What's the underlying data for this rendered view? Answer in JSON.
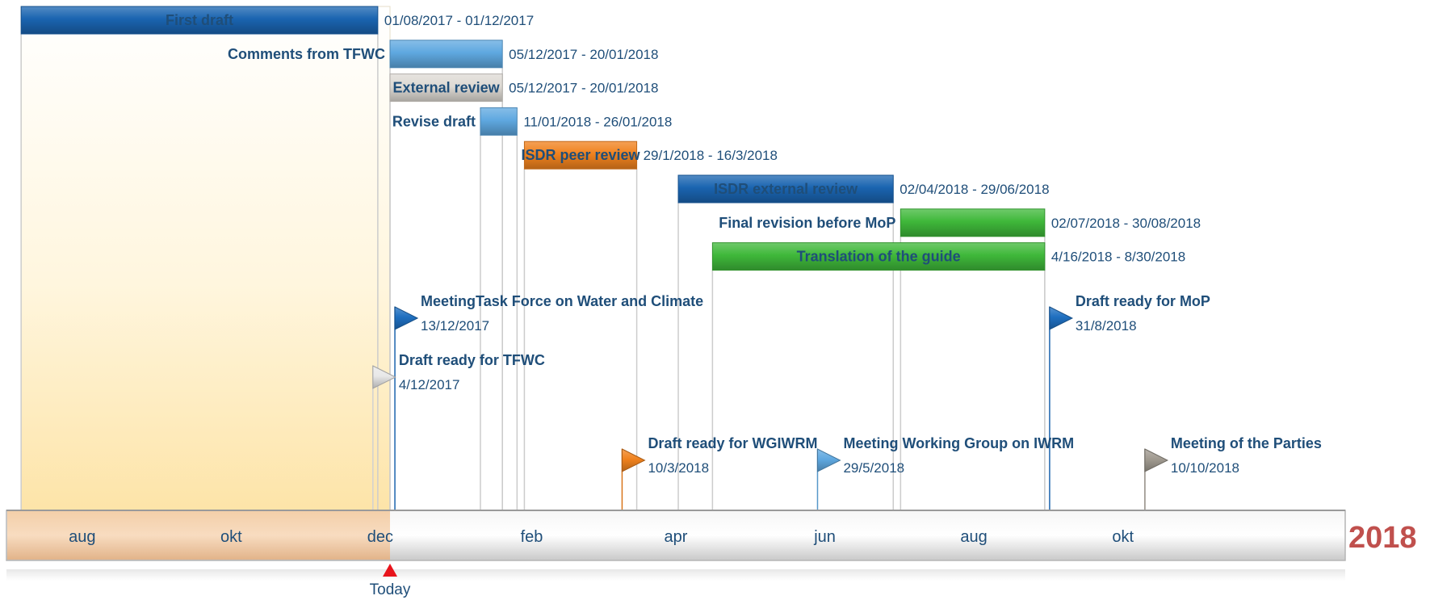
{
  "chart_data": {
    "type": "gantt",
    "year_label": "2018",
    "today": {
      "label": "Today",
      "date": "2017-12-05"
    },
    "elapsed_range": [
      "2017-07-07",
      "2017-12-05"
    ],
    "axis": {
      "start": "2017-07-01",
      "end": "2018-12-31",
      "months": [
        {
          "label": "aug",
          "date": "2017-08-01"
        },
        {
          "label": "okt",
          "date": "2017-10-01"
        },
        {
          "label": "dec",
          "date": "2017-12-01"
        },
        {
          "label": "feb",
          "date": "2018-02-01"
        },
        {
          "label": "apr",
          "date": "2018-04-01"
        },
        {
          "label": "jun",
          "date": "2018-06-01"
        },
        {
          "label": "aug",
          "date": "2018-08-01"
        },
        {
          "label": "okt",
          "date": "2018-10-01"
        }
      ]
    },
    "tasks": [
      {
        "name": "First draft",
        "dates_label": "01/08/2017 - 01/12/2017",
        "start": "2017-07-07",
        "end": "2017-11-30",
        "color": "dark-blue",
        "name_pos": "inside"
      },
      {
        "name": "Comments from TFWC",
        "dates_label": "05/12/2017 - 20/01/2018",
        "start": "2017-12-05",
        "end": "2018-01-20",
        "color": "light-blue",
        "name_pos": "left"
      },
      {
        "name": "External review",
        "dates_label": "05/12/2017 - 20/01/2018",
        "start": "2017-12-05",
        "end": "2018-01-20",
        "color": "gray",
        "name_pos": "inside"
      },
      {
        "name": "Revise draft",
        "dates_label": "11/01/2018 - 26/01/2018",
        "start": "2018-01-11",
        "end": "2018-01-26",
        "color": "light-blue",
        "name_pos": "left"
      },
      {
        "name": "ISDR peer review",
        "dates_label": "29/1/2018 - 16/3/2018",
        "start": "2018-01-29",
        "end": "2018-03-16",
        "color": "orange",
        "name_pos": "inside"
      },
      {
        "name": "ISDR external review",
        "dates_label": "02/04/2018 - 29/06/2018",
        "start": "2018-04-02",
        "end": "2018-06-29",
        "color": "dark-blue",
        "name_pos": "inside"
      },
      {
        "name": "Final revision before MoP",
        "dates_label": "02/07/2018 - 30/08/2018",
        "start": "2018-07-02",
        "end": "2018-08-30",
        "color": "green",
        "name_pos": "left"
      },
      {
        "name": "Translation of the guide",
        "dates_label": "4/16/2018 - 8/30/2018",
        "start": "2018-04-16",
        "end": "2018-08-30",
        "color": "green",
        "name_pos": "inside"
      }
    ],
    "milestones": [
      {
        "name": "MeetingTask Force on Water and Climate",
        "date_label": "13/12/2017",
        "date": "2017-12-07",
        "color": "blue",
        "row": 0
      },
      {
        "name": "Draft ready for MoP",
        "date_label": "31/8/2018",
        "date": "2018-09-01",
        "color": "blue",
        "row": 0
      },
      {
        "name": "Draft ready for TFWC",
        "date_label": "4/12/2017",
        "date": "2017-11-28",
        "color": "white",
        "row": 1
      },
      {
        "name": "Draft ready for WGIWRM",
        "date_label": "10/3/2018",
        "date": "2018-03-10",
        "color": "orange",
        "row": 2
      },
      {
        "name": "Meeting Working Group on IWRM",
        "date_label": "29/5/2018",
        "date": "2018-05-29",
        "color": "light-blue",
        "row": 2
      },
      {
        "name": "Meeting of the Parties",
        "date_label": "10/10/2018",
        "date": "2018-10-10",
        "color": "taupe",
        "row": 2
      }
    ],
    "colors": {
      "dark-blue": "#1a64b0",
      "light-blue": "#5fa8e0",
      "gray": "#dedad4",
      "orange": "#f0821e",
      "green": "#3fb83a",
      "blue": "#1f6fc0",
      "white": "#e8e8e8",
      "taupe": "#a09a90",
      "text": "#1f4e79",
      "year": "#c0504d",
      "today_marker": "#e8141c"
    }
  }
}
